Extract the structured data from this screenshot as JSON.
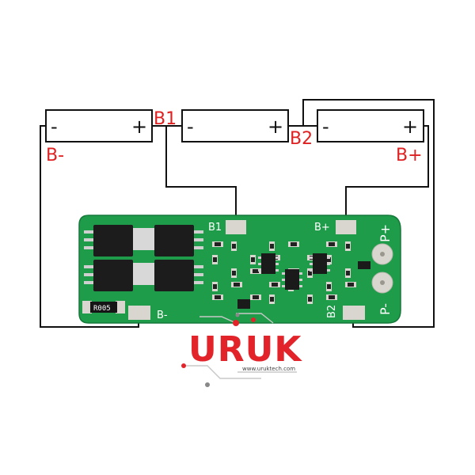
{
  "cells": [
    {
      "minus": "-",
      "plus": "+"
    },
    {
      "minus": "-",
      "plus": "+"
    },
    {
      "minus": "-",
      "plus": "+"
    }
  ],
  "labels": {
    "b_minus": "B-",
    "b1": "B1",
    "b2": "B2",
    "b_plus": "B+"
  },
  "board": {
    "b1": "B1",
    "b_plus": "B+",
    "b_minus": "B-",
    "b2": "B2",
    "p_plus": "P+",
    "p_minus": "P-",
    "resistor": "R005"
  },
  "logo": {
    "brand": "URUK",
    "url": "www.uruktech.com"
  },
  "colors": {
    "pcb": "#1f9c4a",
    "label": "#e02020",
    "brand": "#e3232a",
    "pad": "#d9d6cf",
    "wire": "#111111"
  }
}
